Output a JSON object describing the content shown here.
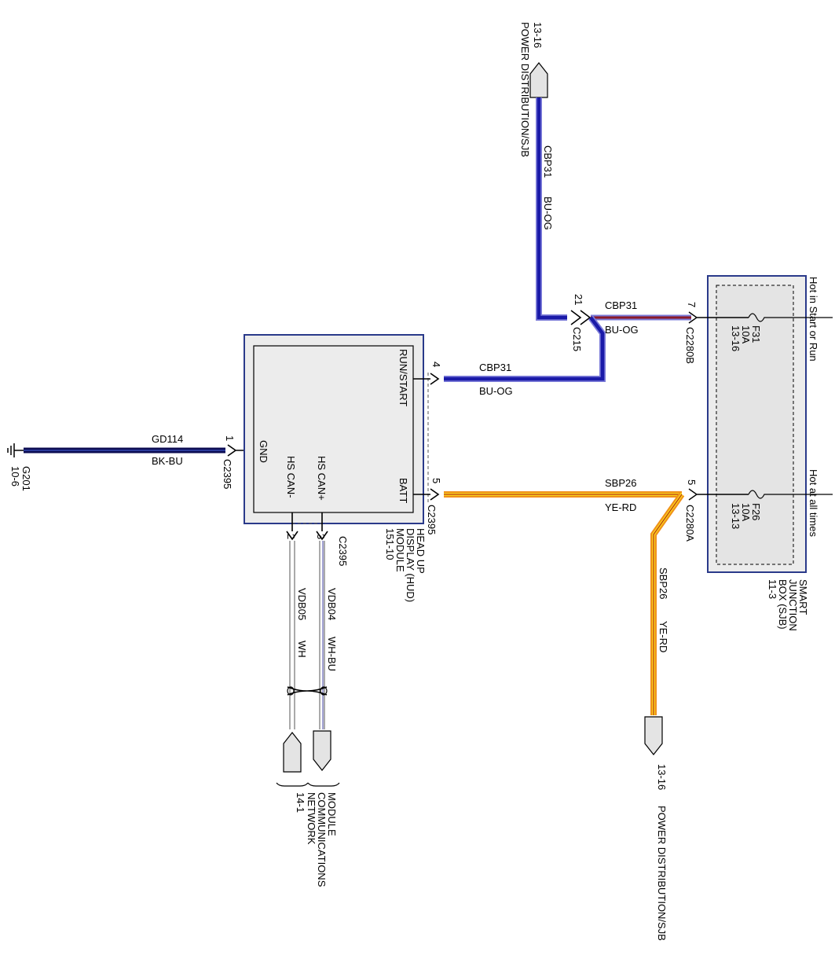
{
  "colors": {
    "background": "#ffffff",
    "wire_blue": "#1a1aa8",
    "wire_blue_edge": "#7b7bd8",
    "wire_dark_blue": "#0c0c52",
    "wire_yellow": "#f7d21a",
    "wire_orange": "#f0901a",
    "wire_red_trace": "#b01818",
    "box_outline": "#2a3a8a",
    "box_fill": "#ececec",
    "connector_fill": "#e4e4e4"
  },
  "icons": {
    "ground": "ground-symbol-icon",
    "fuse": "fuse-icon",
    "connector": "connector-arrow-icon",
    "twisted_pair": "twisted-pair-icon",
    "offpage": "offpage-connector-icon"
  },
  "top_offpage": {
    "ref": "13-16",
    "label": "POWER DISTRIBUTION/SJB"
  },
  "top_wire": {
    "circuit": "CBP31",
    "color_code": "BU-OG"
  },
  "c215": {
    "pin": "21",
    "connector": "C215"
  },
  "sjb_wire_top": {
    "circuit": "CBP31",
    "color_code": "BU-OG",
    "pin": "7",
    "connector": "C2280B"
  },
  "hud_run_wire": {
    "circuit": "CBP31",
    "color_code": "BU-OG",
    "pin": "4"
  },
  "sjb": {
    "hot_run_label": "Hot in Start or Run",
    "hot_all_label": "Hot at all times",
    "fuse_top": {
      "name": "F31",
      "rating": "10A",
      "ref": "13-16"
    },
    "fuse_bottom": {
      "name": "F26",
      "rating": "10A",
      "ref": "13-13"
    },
    "title_lines": [
      "SMART",
      "JUNCTION",
      "BOX (SJB)",
      "11-3"
    ]
  },
  "batt_wire": {
    "circuit": "SBP26",
    "color_code": "YE-RD",
    "pin_sjb": "5",
    "connector_sjb": "C2280A",
    "pin_hud": "5",
    "connector_hud": "C2395"
  },
  "bottom_right_wire": {
    "circuit": "SBP26",
    "color_code": "YE-RD"
  },
  "bottom_offpage": {
    "ref": "13-16",
    "label": "POWER DISTRIBUTION/SJB"
  },
  "hud": {
    "pin_labels": {
      "run_start": "RUN/START",
      "batt": "BATT",
      "gnd": "GND",
      "hs_can_plus": "HS CAN+",
      "hs_can_minus": "HS CAN-"
    },
    "title_lines": [
      "HEAD UP",
      "DISPLAY (HUD)",
      "MODULE",
      "151-10"
    ]
  },
  "ground_wire": {
    "circuit": "GD114",
    "color_code": "BK-BU",
    "pin": "1",
    "connector": "C2395"
  },
  "ground": {
    "name": "G201",
    "ref": "10-6"
  },
  "can_wires": {
    "connector": "C2395",
    "plus_pin": "3",
    "minus_pin": "2",
    "plus_circuit": "VDB04",
    "plus_color": "WH-BU",
    "minus_circuit": "VDB05",
    "minus_color": "WH"
  },
  "network": {
    "label_lines": [
      "MODULE",
      "COMMUNICATIONS",
      "NETWORK",
      "14-1"
    ]
  }
}
